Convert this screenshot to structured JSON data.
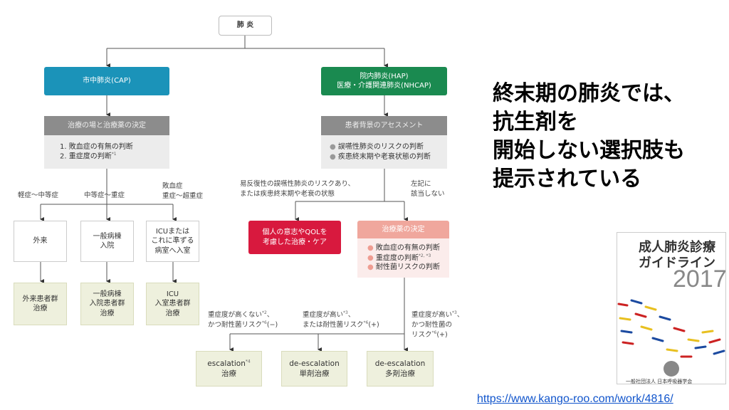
{
  "flowchart": {
    "root": "肺 炎",
    "cap": "市中肺炎(CAP)",
    "hap_line1": "院内肺炎(HAP)",
    "hap_line2": "医療・介護関連肺炎(NHCAP)",
    "cap_decision_header": "治療の場と治療薬の決定",
    "cap_decision_items": [
      "1. 敗血症の有無の判断",
      "2. 重症度の判断"
    ],
    "cap_decision_note": "*1",
    "hap_assessment_header": "患者背景のアセスメント",
    "hap_assessment_items": [
      "誤嚥性肺炎のリスクの判断",
      "疾患終末期や老衰状態の判断"
    ],
    "severity_labels": [
      "軽症～中等症",
      "中等症～重症",
      "敗血症",
      "重症～超重症"
    ],
    "settings": [
      "外来",
      "一般病棟",
      "入院",
      "ICUまたは",
      "これに準ずる",
      "病室へ入室"
    ],
    "treatments": [
      "外来患者群",
      "治療",
      "一般病棟",
      "入院患者群",
      "治療",
      "ICU",
      "入室患者群",
      "治療"
    ],
    "hap_branch_left": [
      "易反復性の誤嚥性肺炎のリスクあり、",
      "または疾患終末期や老衰の状態"
    ],
    "hap_branch_right": [
      "左記に",
      "該当しない"
    ],
    "care_box": [
      "個人の意志やQOLを",
      "考慮した治療・ケア"
    ],
    "drug_decision_header": "治療薬の決定",
    "drug_decision_items": [
      "敗血症の有無の判断",
      "重症度の判断",
      "耐性菌リスクの判断"
    ],
    "drug_decision_note": "*2, *3",
    "conditions": [
      [
        "重症度が高くない",
        "*2",
        "、",
        "かつ耐性菌リスク",
        "*6",
        "(−)"
      ],
      [
        "重症度が高い",
        "*3",
        "、",
        "または耐性菌リスク",
        "*6",
        "(+)"
      ],
      [
        "重症度が高い",
        "*3",
        "、",
        "かつ耐性菌の",
        "リスク",
        "*6",
        "(+)"
      ]
    ],
    "outcomes": [
      {
        "line1": "escalation",
        "note": "*4",
        "line2": "治療"
      },
      {
        "line1": "de-escalation",
        "line2": "単剤治療"
      },
      {
        "line1": "de-escalation",
        "line2": "多剤治療"
      }
    ]
  },
  "headline": [
    "終末期の肺炎では、",
    "抗生剤を",
    "開始しない選択肢も",
    "提示されている"
  ],
  "book": {
    "title1": "成人肺炎診療",
    "title2": "ガイドライン",
    "year": "2017",
    "publisher": "一般社団法人 日本呼吸器学会"
  },
  "source_url": "https://www.kango-roo.com/work/4816/",
  "colors": {
    "cap": "#1b93b9",
    "hap": "#1a8a50",
    "care": "#d8193e",
    "link": "#1155cc"
  }
}
